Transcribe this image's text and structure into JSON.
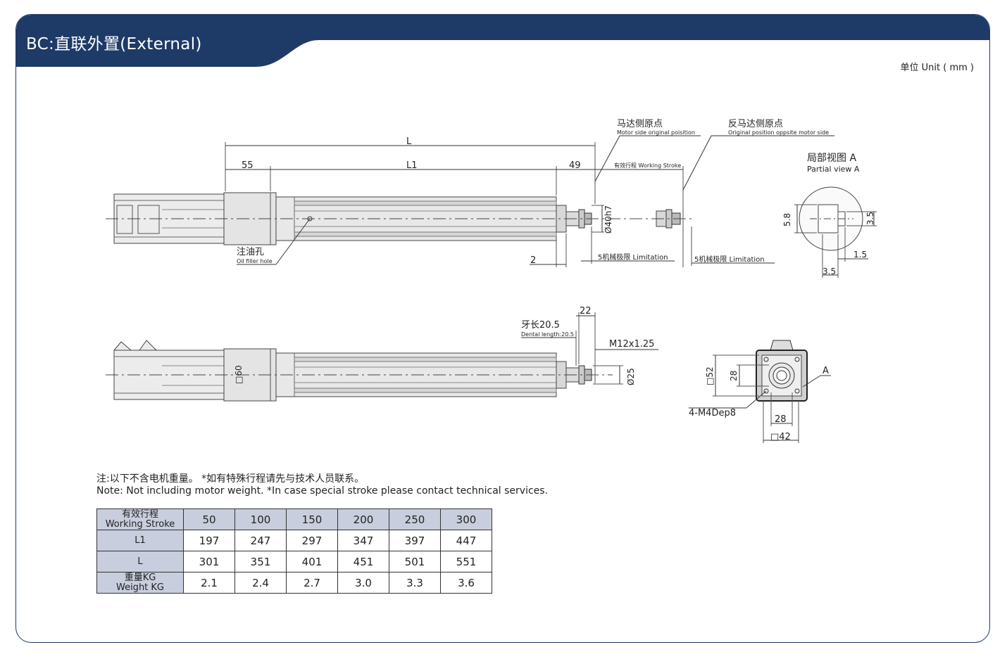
{
  "header": {
    "title": "BC:直联外置(External)",
    "unit": "单位 Unit ( mm )"
  },
  "drawing": {
    "top_view": {
      "dim_L": "L",
      "dim_55": "55",
      "dim_L1": "L1",
      "dim_49": "49",
      "working_stroke": "有效行程 Working Stroke",
      "motor_origin_cn": "马达侧原点",
      "motor_origin_en": "Motor side original poisition",
      "opposite_origin_cn": "反马达侧原点",
      "opposite_origin_en": "Original position oppsite motor side",
      "diameter": "Ø40h7",
      "dim_2": "2",
      "limit_left": "5机械极限 Limitation",
      "limit_right": "5机械极限 Limitation",
      "oil_hole_cn": "注油孔",
      "oil_hole_en": "Oil filler hole"
    },
    "partial_view": {
      "title_cn": "局部视图 A",
      "title_en": "Partial view A",
      "dim_5_8": "5.8",
      "dim_3_5_right": "3.5",
      "dim_1_5": "1.5",
      "dim_3_5_bottom": "3.5"
    },
    "side_view": {
      "dim_22": "22",
      "dental_cn": "牙长20.5",
      "dental_en": "Dental length:20.5",
      "thread": "M12x1.25",
      "square_60": "□60",
      "diameter_25": "Ø25"
    },
    "end_view": {
      "square_52": "□52",
      "dim_28_v": "28",
      "dim_28_h": "28",
      "square_42": "□42",
      "label_a": "A",
      "holes": "4-M4Dep8"
    }
  },
  "notes": {
    "cn": "注:以下不含电机重量。 *如有特殊行程请先与技术人员联系。",
    "en": "Note: Not including motor weight.    *In case special stroke please contact technical services."
  },
  "table": {
    "rows": [
      {
        "h1": "有效行程",
        "h2": "Working Stroke",
        "values": [
          "50",
          "100",
          "150",
          "200",
          "250",
          "300"
        ]
      },
      {
        "h1": "L1",
        "h2": "",
        "values": [
          "197",
          "247",
          "297",
          "347",
          "397",
          "447"
        ]
      },
      {
        "h1": "L",
        "h2": "",
        "values": [
          "301",
          "351",
          "401",
          "451",
          "501",
          "551"
        ]
      },
      {
        "h1": "重量KG",
        "h2": "Weight KG",
        "values": [
          "2.1",
          "2.4",
          "2.7",
          "3.0",
          "3.3",
          "3.6"
        ]
      }
    ]
  },
  "colors": {
    "navy": "#1e3a66",
    "header_cell": "#c8cedd",
    "body_fill": "#e6e6e6"
  }
}
